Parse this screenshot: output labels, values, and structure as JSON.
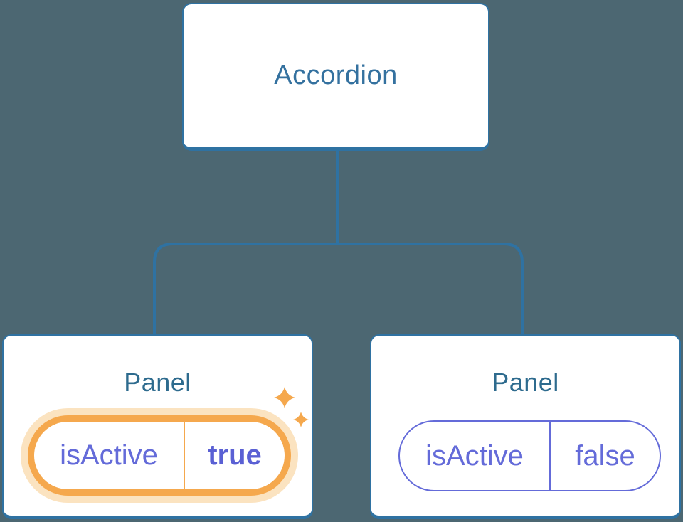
{
  "accordion": {
    "label": "Accordion"
  },
  "panels": {
    "left": {
      "title": "Panel",
      "state_key": "isActive",
      "state_value": "true",
      "highlighted": true,
      "badge_icon": "sparkles"
    },
    "right": {
      "title": "Panel",
      "state_key": "isActive",
      "state_value": "false",
      "highlighted": false
    }
  },
  "colors": {
    "background": "#4C6772",
    "stroke_blue": "#2F72A2",
    "heading_blue": "#34719F",
    "panel_heading_blue": "#2E6B8E",
    "purple": "#646BD9",
    "purple_bold": "#5A60D4",
    "orange": "#F5A84D",
    "orange_glow": "#FBE3C0",
    "box_bg": "#FFFFFF"
  }
}
